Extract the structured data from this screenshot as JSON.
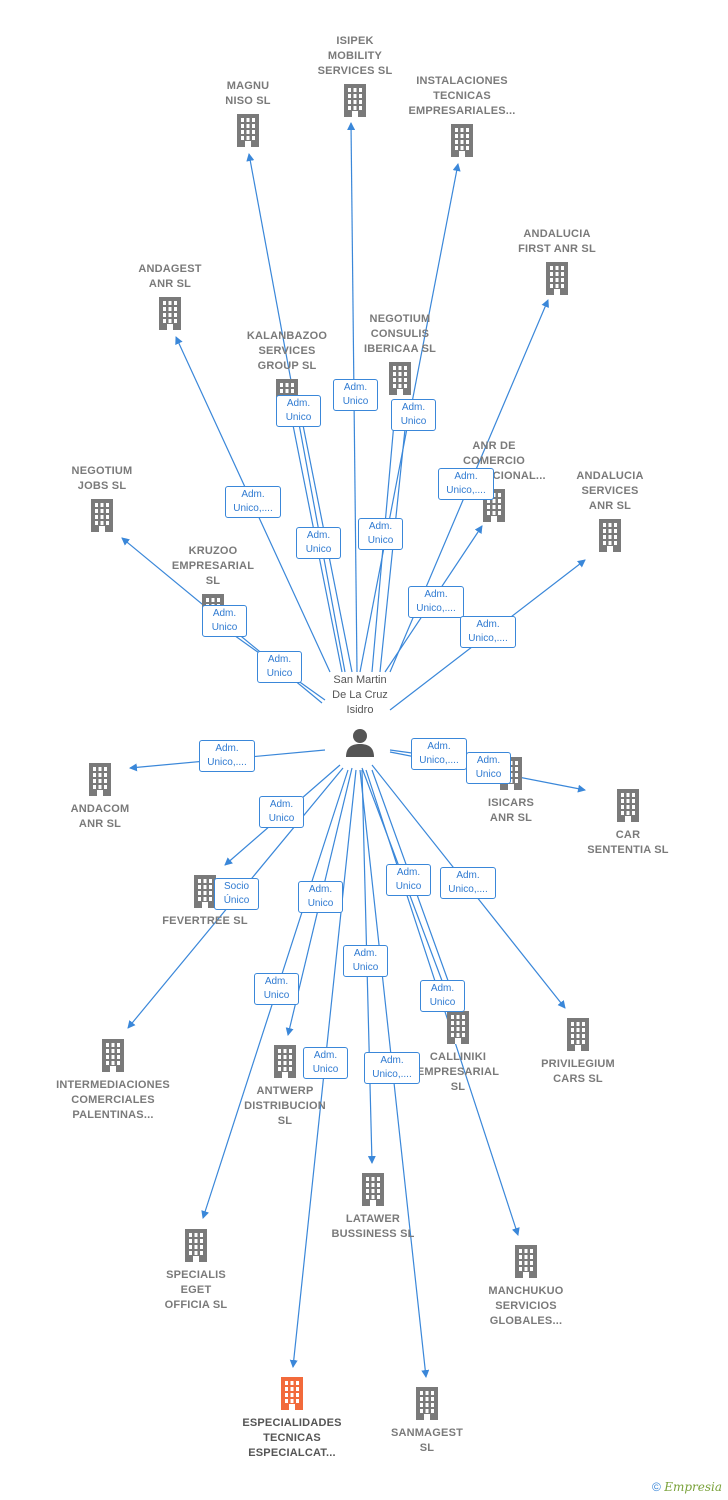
{
  "colors": {
    "edge": "#3a87d9",
    "building": "#7a7a7a",
    "building_focus": "#f26a3b",
    "badge_border": "#3a87d9",
    "badge_text": "#2f7ad1",
    "person": "#555555"
  },
  "center": {
    "name": "San Martin\nDe La Cruz\nIsidro",
    "icon": "person-icon"
  },
  "nodes": [
    {
      "id": "isipek",
      "label": "ISIPEK\nMOBILITY\nSERVICES  SL",
      "icon": "building-icon"
    },
    {
      "id": "magnu",
      "label": "MAGNU\nNISO  SL",
      "icon": "building-icon"
    },
    {
      "id": "instalaciones",
      "label": "INSTALACIONES\nTECNICAS\nEMPRESARIALES...",
      "icon": "building-icon"
    },
    {
      "id": "andalucia_first",
      "label": "ANDALUCIA\nFIRST ANR  SL",
      "icon": "building-icon"
    },
    {
      "id": "andagest",
      "label": "ANDAGEST\nANR  SL",
      "icon": "building-icon"
    },
    {
      "id": "kalanbazoo",
      "label": "KALANBAZOO\nSERVICES\nGROUP  SL",
      "icon": "building-icon"
    },
    {
      "id": "negotium_consulis",
      "label": "NEGOTIUM\nCONSULIS\nIBERICAA  SL",
      "icon": "building-icon"
    },
    {
      "id": "anr_comercio",
      "label": "ANR DE\nCOMERCIO\nINTERNACIONAL...",
      "icon": "building-icon"
    },
    {
      "id": "negotium_jobs",
      "label": "NEGOTIUM\nJOBS  SL",
      "icon": "building-icon"
    },
    {
      "id": "andalucia_services",
      "label": "ANDALUCIA\nSERVICES\nANR  SL",
      "icon": "building-icon"
    },
    {
      "id": "kruzoo",
      "label": "KRUZOO\nEMPRESARIAL\nSL",
      "icon": "building-icon"
    },
    {
      "id": "andacom",
      "label": "ANDACOM\nANR  SL",
      "icon": "building-icon"
    },
    {
      "id": "isicars",
      "label": "ISICARS\nANR  SL",
      "icon": "building-icon"
    },
    {
      "id": "car_sententia",
      "label": "CAR\nSENTENTIA  SL",
      "icon": "building-icon"
    },
    {
      "id": "fevertree",
      "label": "FEVERTREE SL",
      "icon": "building-icon"
    },
    {
      "id": "intermediaciones",
      "label": "INTERMEDIACIONES\nCOMERCIALES\nPALENTINAS...",
      "icon": "building-icon"
    },
    {
      "id": "antwerp",
      "label": "ANTWERP\nDISTRIBUCION\nSL",
      "icon": "building-icon"
    },
    {
      "id": "calliniki",
      "label": "CALLINIKI\nEMPRESARIAL\nSL",
      "icon": "building-icon"
    },
    {
      "id": "privilegium",
      "label": "PRIVILEGIUM\nCARS  SL",
      "icon": "building-icon"
    },
    {
      "id": "latawer",
      "label": "LATAWER\nBUSSINESS  SL",
      "icon": "building-icon"
    },
    {
      "id": "specialis",
      "label": "SPECIALIS\nEGET\nOFFICIA  SL",
      "icon": "building-icon"
    },
    {
      "id": "manchukuo",
      "label": "MANCHUKUO\nSERVICIOS\nGLOBALES...",
      "icon": "building-icon"
    },
    {
      "id": "especialidades",
      "label": "ESPECIALIDADES\nTECNICAS\nESPECIALCAT...",
      "icon": "building-icon",
      "focus": true
    },
    {
      "id": "sanmagest",
      "label": "SANMAGEST\nSL",
      "icon": "building-icon"
    }
  ],
  "badges": [
    {
      "id": "b_kalanbazoo",
      "text": "Adm.\nUnico"
    },
    {
      "id": "b_isipek",
      "text": "Adm.\nUnico"
    },
    {
      "id": "b_negotium_consulis",
      "text": "Adm.\nUnico"
    },
    {
      "id": "b_anr_comercio",
      "text": "Adm.\nUnico,...."
    },
    {
      "id": "b_andagest",
      "text": "Adm.\nUnico,...."
    },
    {
      "id": "b_magnu",
      "text": "Adm.\nUnico"
    },
    {
      "id": "b_instalaciones",
      "text": "Adm.\nUnico"
    },
    {
      "id": "b_kruzoo",
      "text": "Adm.\nUnico"
    },
    {
      "id": "b_andalucia_first",
      "text": "Adm.\nUnico,...."
    },
    {
      "id": "b_andalucia_services",
      "text": "Adm.\nUnico,...."
    },
    {
      "id": "b_negotium_jobs",
      "text": "Adm.\nUnico"
    },
    {
      "id": "b_andacom",
      "text": "Adm.\nUnico,...."
    },
    {
      "id": "b_isicars",
      "text": "Adm.\nUnico,...."
    },
    {
      "id": "b_car_sententia",
      "text": "Adm.\nUnico"
    },
    {
      "id": "b_fevertree",
      "text": "Adm.\nUnico"
    },
    {
      "id": "b_intermediaciones",
      "text": "Socio\nÚnico"
    },
    {
      "id": "b_antwerp",
      "text": "Adm.\nUnico"
    },
    {
      "id": "b_calliniki",
      "text": "Adm.\nUnico"
    },
    {
      "id": "b_privilegium",
      "text": "Adm.\nUnico,...."
    },
    {
      "id": "b_latawer",
      "text": "Adm.\nUnico"
    },
    {
      "id": "b_specialis",
      "text": "Adm.\nUnico"
    },
    {
      "id": "b_manchukuo",
      "text": "Adm.\nUnico"
    },
    {
      "id": "b_especialidades",
      "text": "Adm.\nUnico"
    },
    {
      "id": "b_sanmagest",
      "text": "Adm.\nUnico,...."
    }
  ],
  "footer": {
    "copyright": "©",
    "brand": "Empresia"
  }
}
